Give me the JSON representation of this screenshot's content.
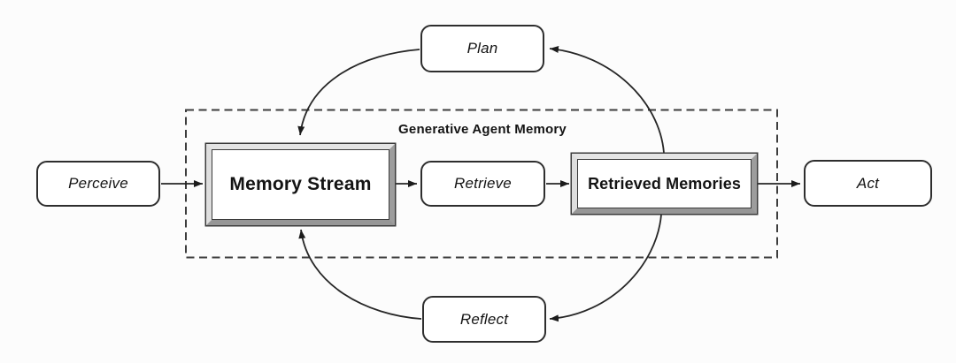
{
  "diagram": {
    "title": "Generative Agent Memory",
    "nodes": {
      "perceive": {
        "label": "Perceive",
        "shape": "rounded"
      },
      "plan": {
        "label": "Plan",
        "shape": "rounded"
      },
      "memory_stream": {
        "label": "Memory Stream",
        "shape": "bevel-3d"
      },
      "retrieve": {
        "label": "Retrieve",
        "shape": "rounded"
      },
      "retrieved_memories": {
        "label": "Retrieved Memories",
        "shape": "bevel-3d"
      },
      "act": {
        "label": "Act",
        "shape": "rounded"
      },
      "reflect": {
        "label": "Reflect",
        "shape": "rounded"
      }
    },
    "edges": [
      {
        "from": "perceive",
        "to": "memory_stream",
        "style": "straight"
      },
      {
        "from": "memory_stream",
        "to": "retrieve",
        "style": "straight"
      },
      {
        "from": "retrieve",
        "to": "retrieved_memories",
        "style": "straight"
      },
      {
        "from": "retrieved_memories",
        "to": "act",
        "style": "straight"
      },
      {
        "from": "retrieved_memories",
        "to": "plan",
        "style": "curved"
      },
      {
        "from": "plan",
        "to": "memory_stream",
        "style": "curved"
      },
      {
        "from": "retrieved_memories",
        "to": "reflect",
        "style": "curved"
      },
      {
        "from": "reflect",
        "to": "memory_stream",
        "style": "curved"
      }
    ],
    "colors": {
      "line": "#262626",
      "dashed_border": "#3d3d3d",
      "box_border": "#2e2e2e",
      "box_fill": "#ffffff",
      "bevel_light": "#e4e4e4",
      "bevel_dark": "#9a9a9a",
      "background": "#fcfcfc",
      "text": "#141414"
    }
  }
}
